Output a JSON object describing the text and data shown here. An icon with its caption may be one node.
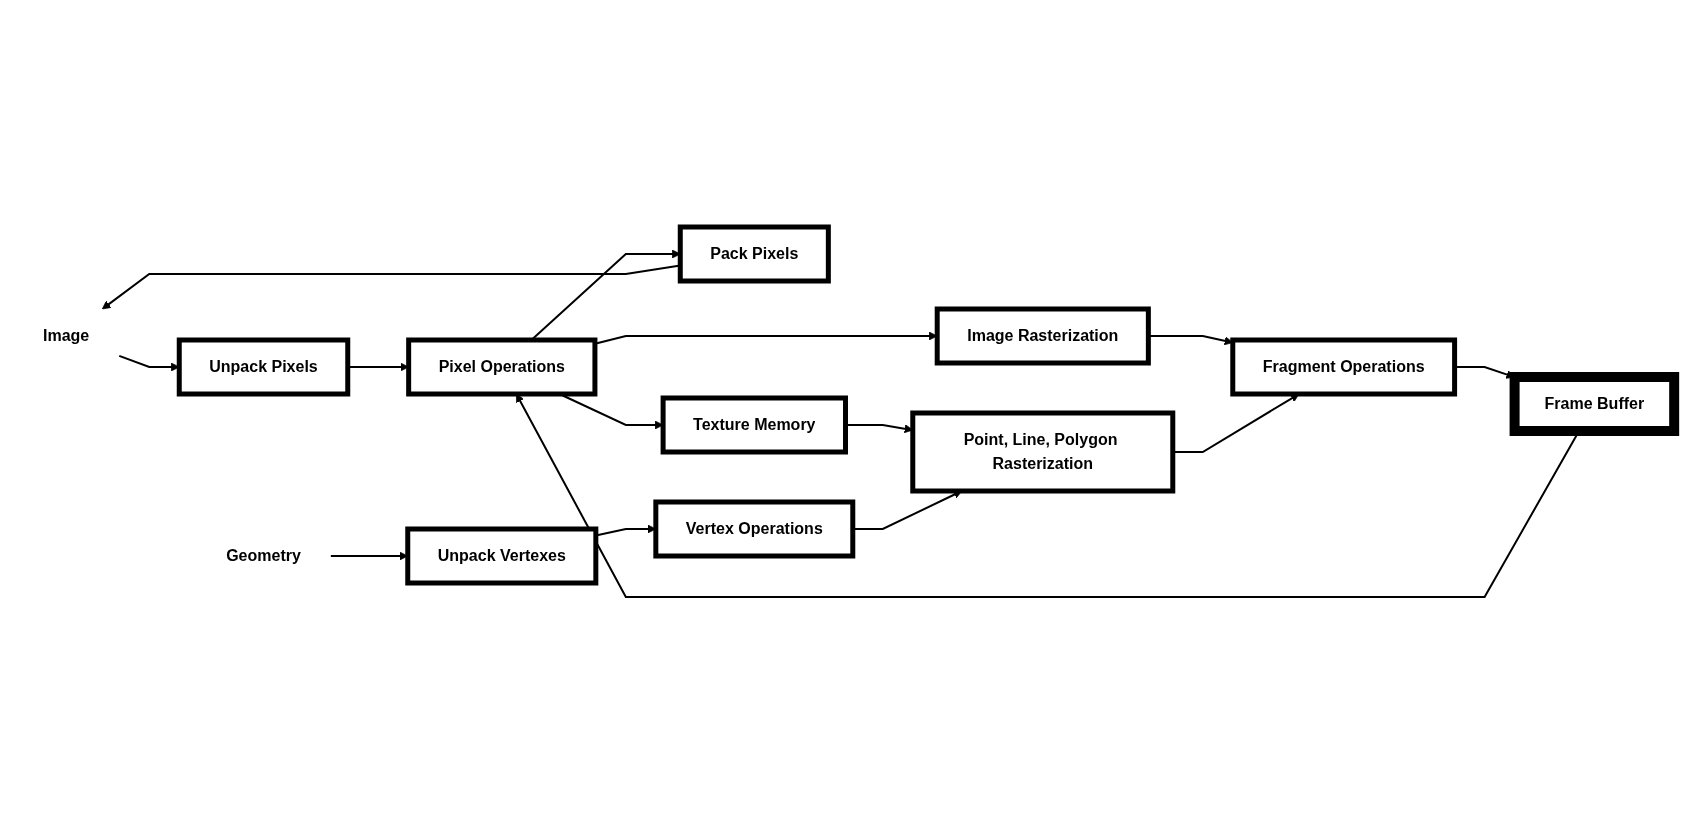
{
  "diagram": {
    "nodes": [
      {
        "text": [
          "Image"
        ]
      },
      {
        "text": [
          "Unpack Pixels"
        ]
      },
      {
        "text": [
          "Pixel Operations"
        ]
      },
      {
        "text": [
          "Image Rasterization"
        ]
      },
      {
        "text": [
          "Fragment Operations"
        ]
      },
      {
        "text": [
          "Frame Buffer"
        ]
      },
      {
        "text": [
          "Pack Pixels"
        ]
      },
      {
        "text": [
          "Texture Memory"
        ]
      },
      {
        "text": [
          "Geometry"
        ]
      },
      {
        "text": [
          "Unpack Vertexes"
        ]
      },
      {
        "text": [
          "Vertex Operations"
        ]
      },
      {
        "text": [
          "Point, Line, Polygon Rasterization"
        ]
      }
    ],
    "edges": [
      {
        "from": 0,
        "to": 1,
        "arrow": "to"
      },
      {
        "from": 6,
        "to": 0,
        "arrow": "to"
      },
      {
        "from": 1,
        "to": 2,
        "arrow": "to"
      },
      {
        "from": 2,
        "to": 3,
        "arrow": "to"
      },
      {
        "from": 2,
        "to": 7,
        "arrow": "to"
      },
      {
        "from": 2,
        "to": 6,
        "arrow": "to"
      },
      {
        "from": 3,
        "to": 4,
        "arrow": "to"
      },
      {
        "from": 7,
        "to": 11,
        "arrow": "to"
      },
      {
        "from": 11,
        "to": 4,
        "arrow": "to"
      },
      {
        "from": 4,
        "to": 5,
        "arrow": "to"
      },
      {
        "from": 5,
        "to": 2,
        "arrow": "to"
      },
      {
        "from": 8,
        "to": 9,
        "arrow": "to"
      },
      {
        "from": 9,
        "to": 10,
        "arrow": "to"
      },
      {
        "from": 10,
        "to": 11,
        "arrow": "to"
      }
    ]
  }
}
